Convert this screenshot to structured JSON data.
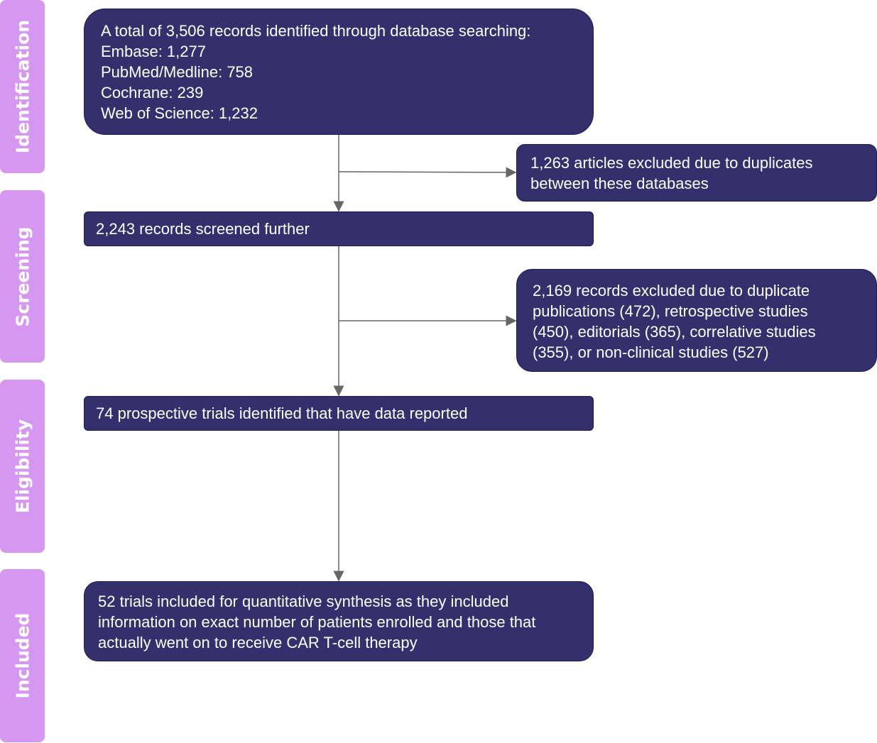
{
  "stages": [
    "Identification",
    "Screening",
    "Eligibility",
    "Included"
  ],
  "identification_box": {
    "lines": [
      "A total of 3,506 records identified through database searching:",
      "Embase: 1,277",
      "PubMed/Medline: 758",
      "Cochrane: 239",
      "Web of Science: 1,232"
    ]
  },
  "exclusion_duplicates": {
    "lines": [
      "1,263 articles excluded due to duplicates",
      "between these databases"
    ]
  },
  "screening_box": {
    "text": "2,243 records screened further"
  },
  "exclusion_screening": {
    "lines": [
      "2,169 records excluded due to duplicate",
      "publications (472), retrospective studies",
      "(450), editorials (365), correlative studies",
      "(355), or non-clinical studies (527)"
    ]
  },
  "eligibility_box": {
    "text": "74 prospective trials identified that have data reported"
  },
  "included_box": {
    "lines": [
      "52 trials included for quantitative synthesis as they included",
      "information on exact number of patients enrolled and those that",
      "actually went on to receive CAR T-cell therapy"
    ]
  },
  "colors": {
    "stage": "#d597ef",
    "box": "#352f6e",
    "arrow": "#666666"
  }
}
